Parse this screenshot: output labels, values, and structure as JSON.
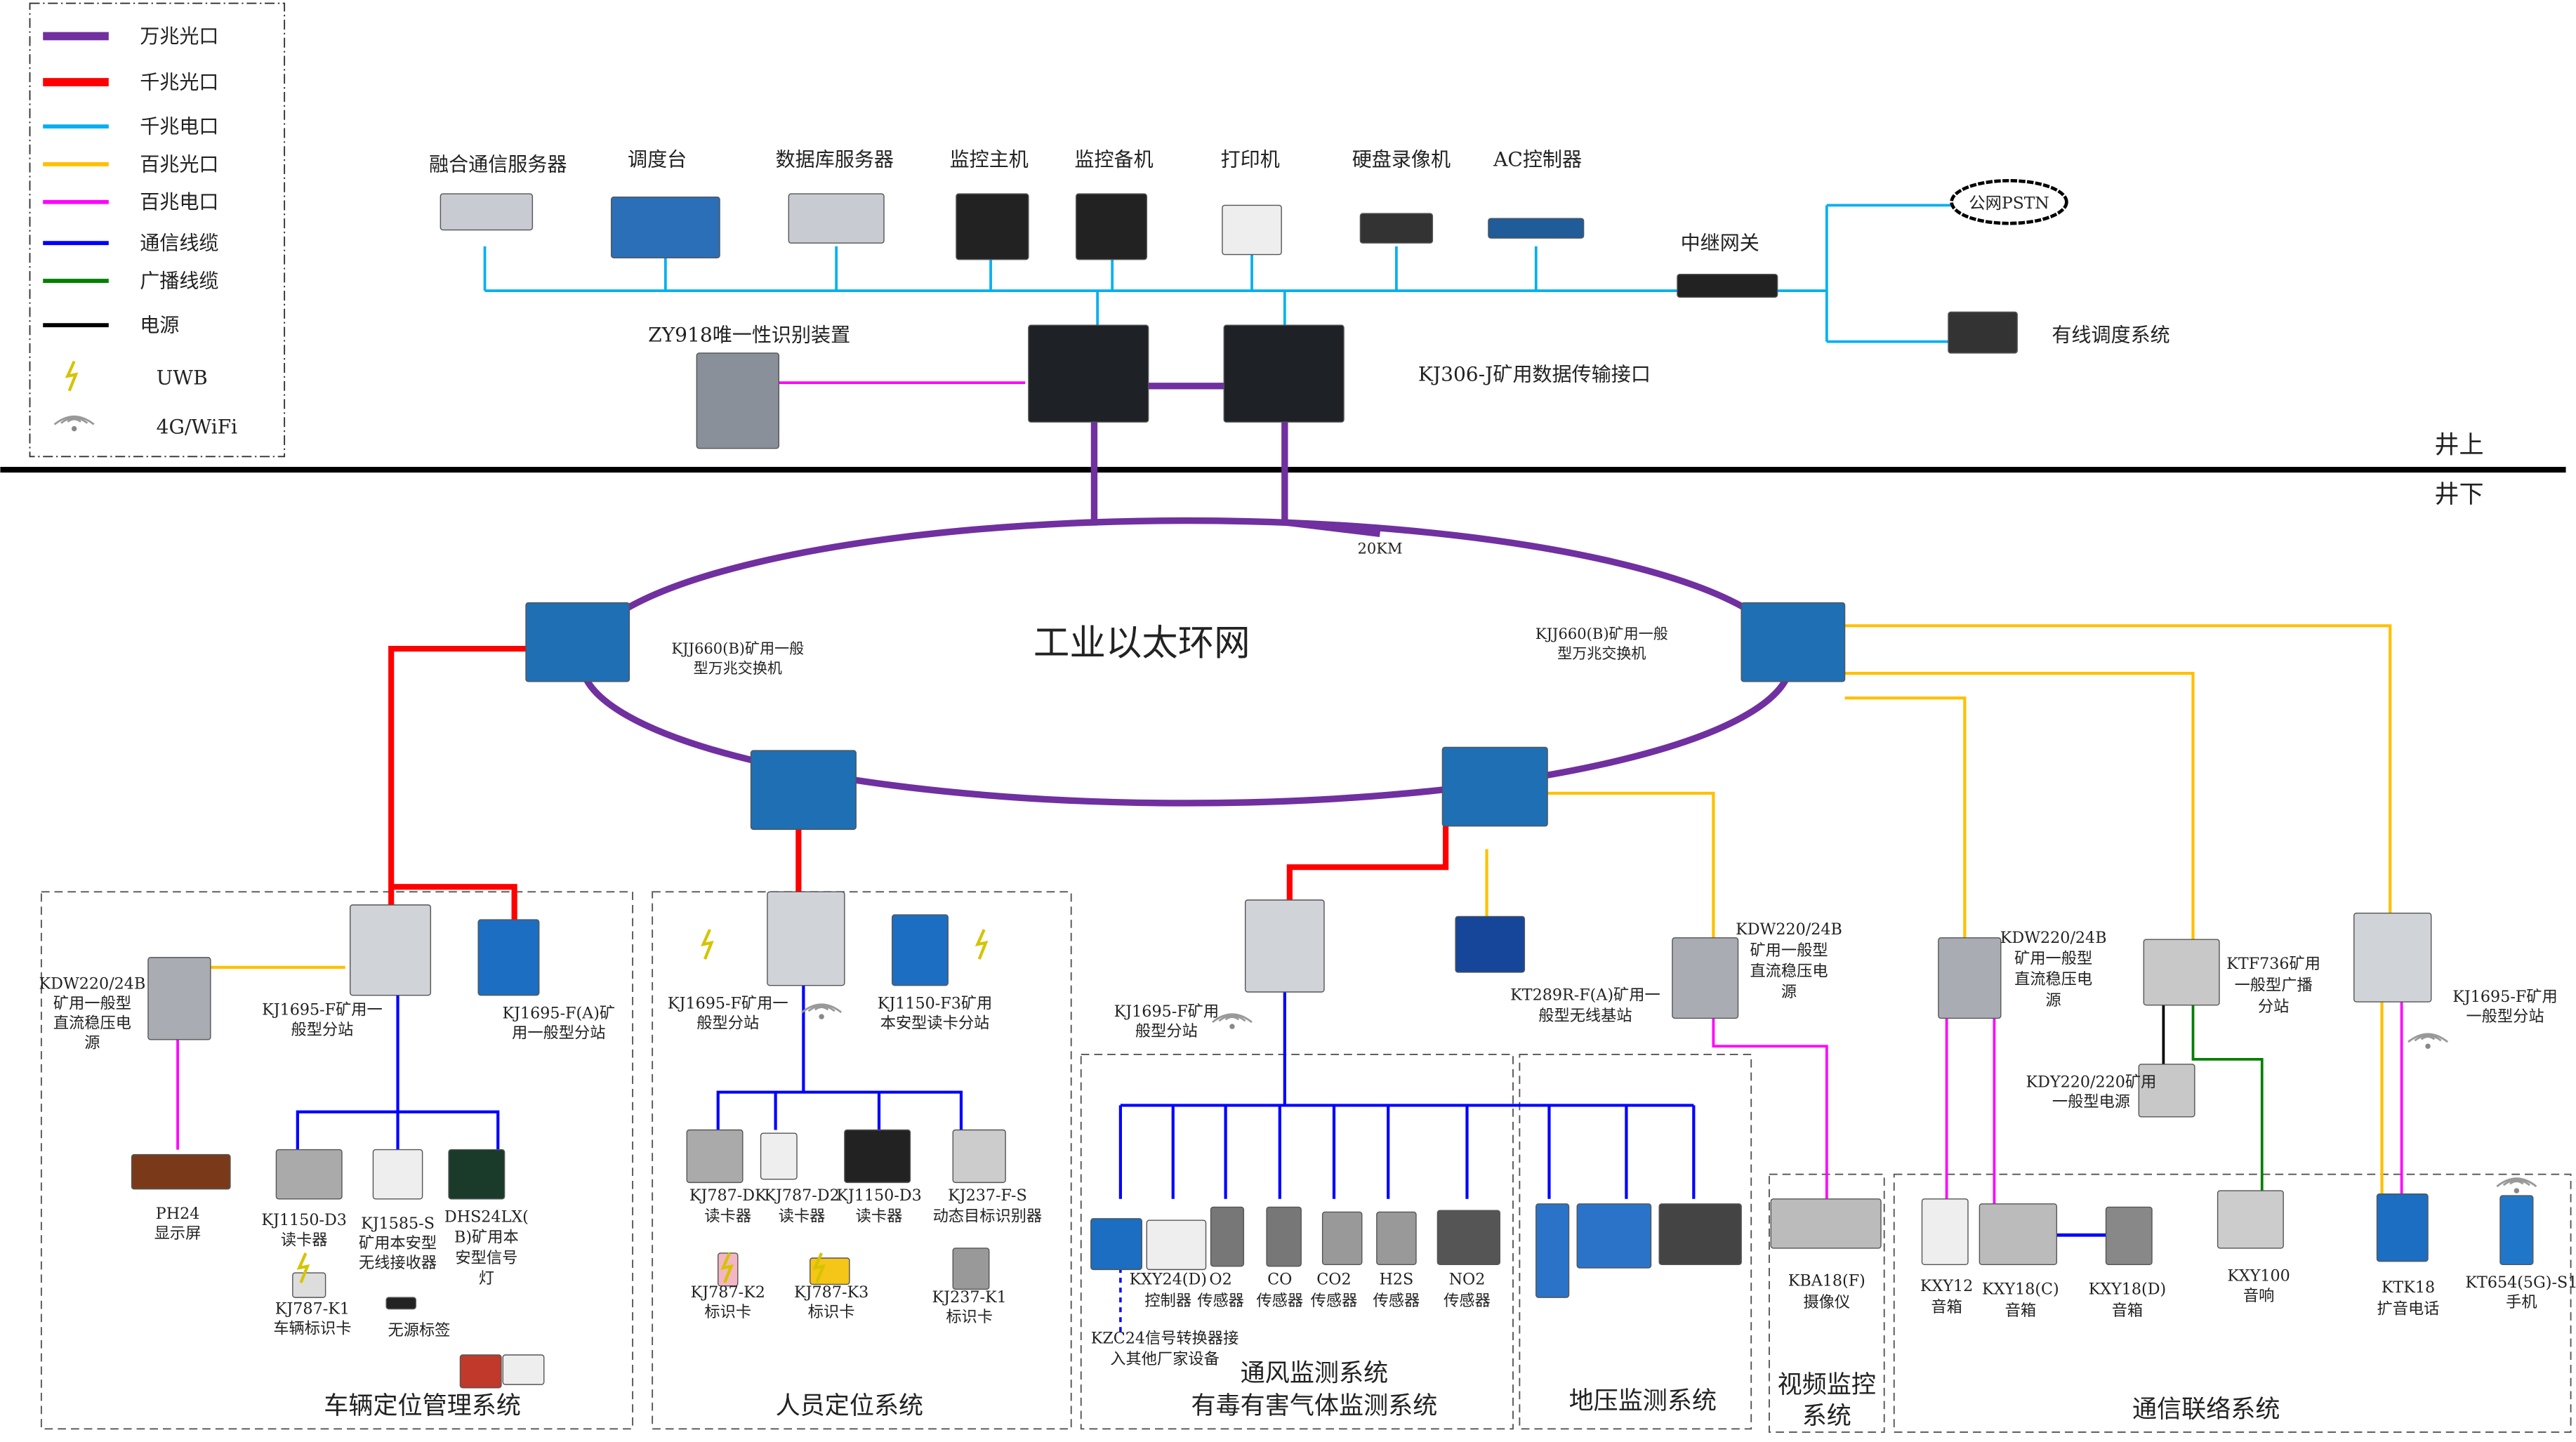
{
  "legend": {
    "items": [
      {
        "label": "万兆光口",
        "color": "#7030a0",
        "kind": "line"
      },
      {
        "label": "千兆光口",
        "color": "#ff0000",
        "kind": "line"
      },
      {
        "label": "千兆电口",
        "color": "#00b0f0",
        "kind": "line"
      },
      {
        "label": "百兆光口",
        "color": "#ffc000",
        "kind": "line"
      },
      {
        "label": "百兆电口",
        "color": "#ff00ff",
        "kind": "line"
      },
      {
        "label": "通信线缆",
        "color": "#0000ff",
        "kind": "line"
      },
      {
        "label": "广播线缆",
        "color": "#008000",
        "kind": "line"
      },
      {
        "label": "电源",
        "color": "#000000",
        "kind": "line"
      },
      {
        "label": "UWB",
        "kind": "lightning-icon"
      },
      {
        "label": "4G/WiFi",
        "kind": "wifi-icon"
      }
    ]
  },
  "colors": {
    "ten_gig_fiber": "#7030a0",
    "gig_fiber": "#ff0000",
    "gig_copper": "#00b0f0",
    "hundred_fiber": "#ffc000",
    "hundred_copper": "#ff00ff",
    "comm_cable": "#0000ff",
    "broadcast_cable": "#008000",
    "power": "#000000"
  },
  "labels": {
    "fusion_server": [
      "融合通信服务器"
    ],
    "dispatch_console": [
      "调度台"
    ],
    "db_server": [
      "数据库服务器"
    ],
    "monitor_host": [
      "监控主机"
    ],
    "monitor_backup": [
      "监控备机"
    ],
    "printer": [
      "打印机"
    ],
    "dvr": [
      "硬盘录像机"
    ],
    "ac_controller": [
      "AC控制器"
    ],
    "relay_gateway": [
      "中继网关"
    ],
    "pstn": [
      "公网PSTN"
    ],
    "wired_dispatch": [
      "有线调度系统"
    ],
    "zy918": [
      "ZY918唯一性识别装置"
    ],
    "kj306": [
      "KJ306-J矿用数据传输接口"
    ],
    "above_ground": [
      "井上"
    ],
    "below_ground": [
      "井下"
    ],
    "distance": [
      "20KM"
    ],
    "ring_title": [
      "工业以太环网"
    ],
    "kjj660_left": [
      "KJJ660(B)矿用一般",
      "型万兆交换机"
    ],
    "kjj660_right": [
      "KJJ660(B)矿用一般",
      "型万兆交换机"
    ],
    "s1_kdw": [
      "KDW220/24B",
      "矿用一般型",
      "直流稳压电",
      "源"
    ],
    "s1_kj1695": [
      "KJ1695-F矿用一",
      "般型分站"
    ],
    "s1_kj1695a": [
      "KJ1695-F(A)矿",
      "用一般型分站"
    ],
    "s1_ph24": [
      "PH24",
      "显示屏"
    ],
    "s1_kj1150": [
      "KJ1150-D3",
      "读卡器"
    ],
    "s1_kj1585": [
      "KJ1585-S",
      "矿用本安型",
      "无线接收器"
    ],
    "s1_dhs24": [
      "DHS24LX(",
      "B)矿用本",
      "安型信号",
      "灯"
    ],
    "s1_kj787k1": [
      "KJ787-K1",
      "车辆标识卡"
    ],
    "s1_passive": [
      "无源标签"
    ],
    "s1_title": [
      "车辆定位管理系统"
    ],
    "s2_kj1695": [
      "KJ1695-F矿用一",
      "般型分站"
    ],
    "s2_kj1150f3": [
      "KJ1150-F3矿用",
      "本安型读卡分站"
    ],
    "s2_kj787dk": [
      "KJ787-DK",
      "读卡器"
    ],
    "s2_kj787d2": [
      "KJ787-D2",
      "读卡器"
    ],
    "s2_kj1150d3": [
      "KJ1150-D3",
      "读卡器"
    ],
    "s2_kj237fs": [
      "KJ237-F-S",
      "动态目标识别器"
    ],
    "s2_kj787k2": [
      "KJ787-K2",
      "标识卡"
    ],
    "s2_kj787k3": [
      "KJ787-K3",
      "标识卡"
    ],
    "s2_kj237k1": [
      "KJ237-K1",
      "标识卡"
    ],
    "s2_title": [
      "人员定位系统"
    ],
    "s3_kj1695": [
      "KJ1695-F矿用",
      "般型分站"
    ],
    "s3_kxy24": [
      "KXY24(D)",
      "控制器"
    ],
    "s3_o2": [
      "O2",
      "传感器"
    ],
    "s3_co": [
      "CO",
      "传感器"
    ],
    "s3_co2": [
      "CO2",
      "传感器"
    ],
    "s3_h2s": [
      "H2S",
      "传感器"
    ],
    "s3_no2": [
      "NO2",
      "传感器"
    ],
    "s3_kzc24": [
      "KZC24信号转换器接",
      "入其他厂家设备"
    ],
    "s3_title1": [
      "通风监测系统"
    ],
    "s3_title2": [
      "有毒有害气体监测系统"
    ],
    "s4_title": [
      "地压监测系统"
    ],
    "kt289": [
      "KT289R-F(A)矿用一",
      "般型无线基站"
    ],
    "mid_kdw": [
      "KDW220/24B",
      "矿用一般型",
      "直流稳压电",
      "源"
    ],
    "s5_kba18": [
      "KBA18(F)",
      "摄像仪"
    ],
    "s5_title": [
      "视频监控",
      "系统"
    ],
    "r_kdw": [
      "KDW220/24B",
      "矿用一般型",
      "直流稳压电",
      "源"
    ],
    "r_ktf736": [
      "KTF736矿用",
      "一般型广播",
      "分站"
    ],
    "r_kj1695": [
      "KJ1695-F矿用",
      "一般型分站"
    ],
    "r_kdy220": [
      "KDY220/220矿用",
      "一般型电源"
    ],
    "s6_kxy12": [
      "KXY12",
      "音箱"
    ],
    "s6_kxy18c": [
      "KXY18(C)",
      "音箱"
    ],
    "s6_kxy18d": [
      "KXY18(D)",
      "音箱"
    ],
    "s6_kxy100": [
      "KXY100",
      "音响"
    ],
    "s6_ktk18": [
      "KTK18",
      "扩音电话"
    ],
    "s6_kt654": [
      "KT654(5G)-S1",
      "手机"
    ],
    "s6_title": [
      "通信联络系统"
    ]
  }
}
